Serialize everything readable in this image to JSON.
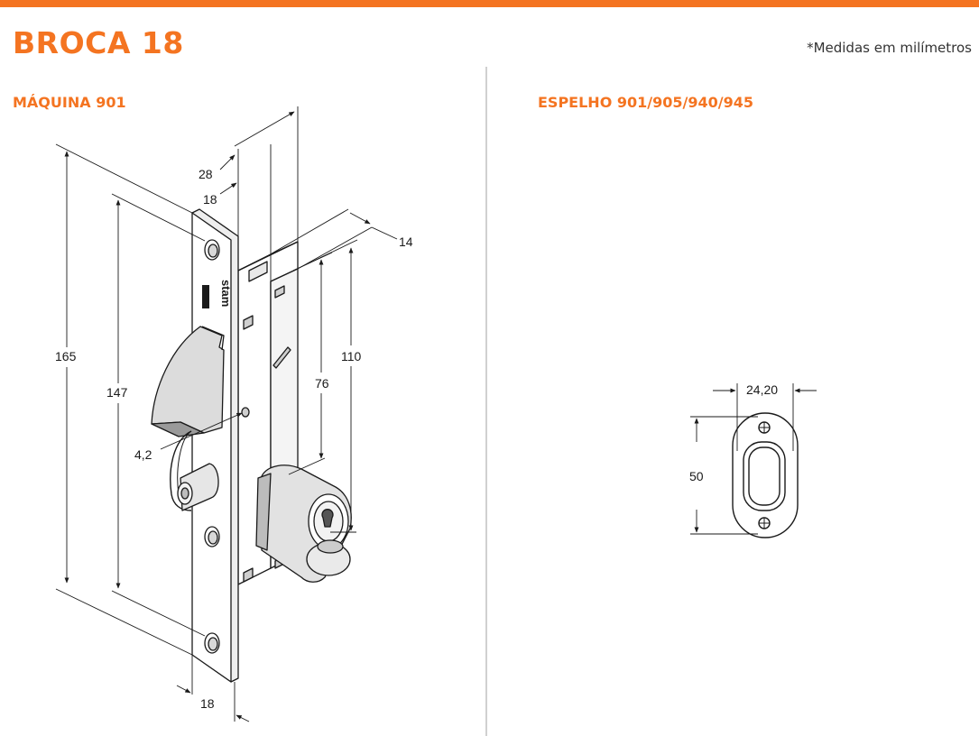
{
  "header": {
    "title": "BROCA 18",
    "units_note": "*Medidas em milímetros",
    "accent_color": "#f47421"
  },
  "left_panel": {
    "title": "MÁQUINA 901",
    "brand_mark": "stam",
    "dimensions": {
      "overall_height": "165",
      "hole_spacing": "147",
      "backset": "28",
      "faceplate_offset": "18",
      "case_depth": "14",
      "cylinder_height": "110",
      "cylinder_offset": "76",
      "pin_diameter": "4,2",
      "faceplate_width": "18"
    }
  },
  "right_panel": {
    "title": "ESPELHO 901/905/940/945",
    "dimensions": {
      "width": "24,20",
      "height": "50"
    }
  }
}
